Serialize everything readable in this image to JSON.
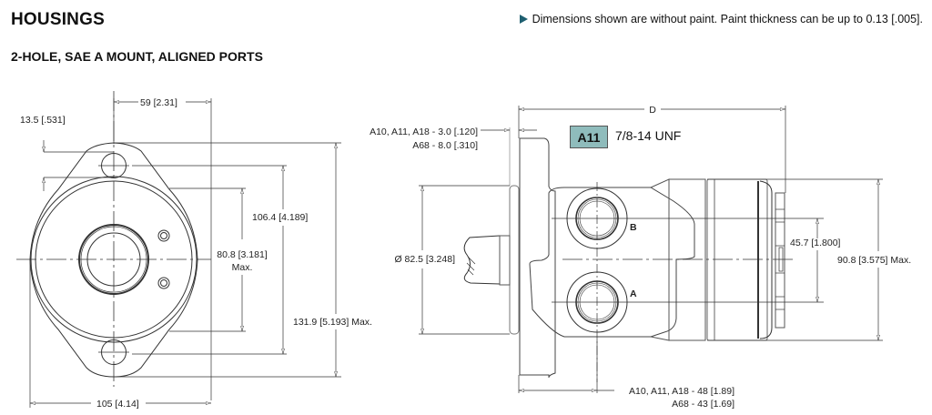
{
  "header": {
    "title": "HOUSINGS",
    "subtitle": "2-HOLE, SAE A MOUNT, ALIGNED PORTS",
    "note": "Dimensions shown are without paint. Paint thickness can be up to 0.13 [.005].",
    "note_icon": "play-triangle-icon",
    "accent_color": "#1e5f70"
  },
  "front_view": {
    "dim_bolt_offset": "59 [2.31]",
    "dim_hole_dia": "13.5 [.531]",
    "dim_bolt_spacing": "106.4 [4.189]",
    "dim_body_height_value": "80.8 [3.181]",
    "dim_body_height_suffix": "Max.",
    "dim_flange_height": "131.9 [5.193] Max.",
    "dim_flange_width": "105 [4.14]"
  },
  "side_view": {
    "dim_overall_length": "D",
    "dim_pilot_a": "A10, A11, A18 -  3.0 [.120]",
    "dim_pilot_b": "A68 -  8.0 [.310]",
    "dim_pilot_dia": "Ø 82.5 [3.248]",
    "port_b_label": "B",
    "port_a_label": "A",
    "dim_port_spacing": "45.7 [1.800]",
    "dim_body_height": "90.8 [3.575] Max.",
    "dim_flange_a": "A10, A11, A18 -  48 [1.89]",
    "dim_flange_b": "A68 -  43 [1.69]",
    "port_code": "A11",
    "port_code_color": "#8fbcbc",
    "port_thread": "7/8-14 UNF"
  }
}
